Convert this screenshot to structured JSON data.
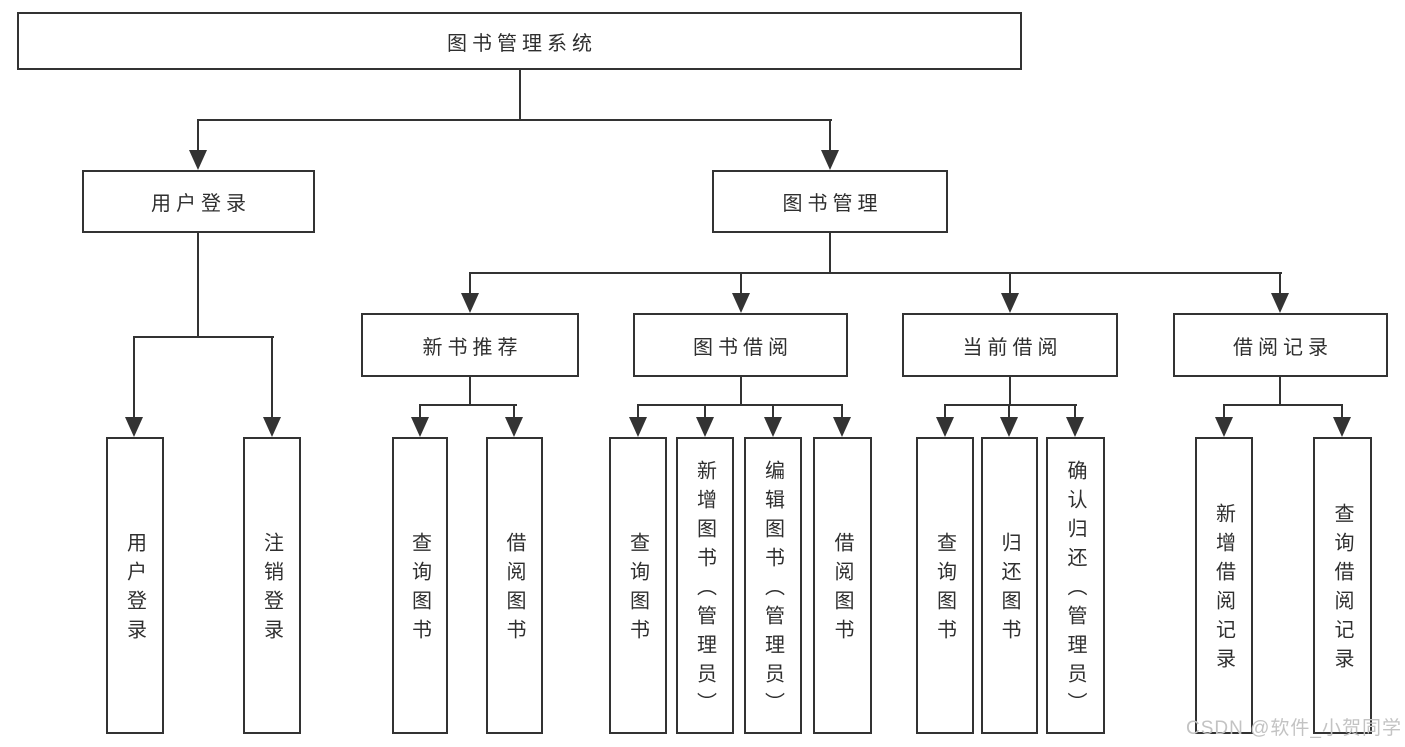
{
  "hierarchy": {
    "label": "图书管理系统",
    "children": [
      {
        "label": "用户登录",
        "children": [
          {
            "label": "用户登录"
          },
          {
            "label": "注销登录"
          }
        ]
      },
      {
        "label": "图书管理",
        "children": [
          {
            "label": "新书推荐",
            "children": [
              {
                "label": "查询图书"
              },
              {
                "label": "借阅图书"
              }
            ]
          },
          {
            "label": "图书借阅",
            "children": [
              {
                "label": "查询图书"
              },
              {
                "label": "新增图书（管理员）"
              },
              {
                "label": "编辑图书（管理员）"
              },
              {
                "label": "借阅图书"
              }
            ]
          },
          {
            "label": "当前借阅",
            "children": [
              {
                "label": "查询图书"
              },
              {
                "label": "归还图书"
              },
              {
                "label": "确认归还（管理员）"
              }
            ]
          },
          {
            "label": "借阅记录",
            "children": [
              {
                "label": "新增借阅记录"
              },
              {
                "label": "查询借阅记录"
              }
            ]
          }
        ]
      }
    ]
  },
  "watermark": "CSDN @软件_小贺同学",
  "colors": {
    "line": "#333333",
    "box_background": "#ffffff",
    "text": "#2f2f2f",
    "watermark": "#c3c3c3"
  }
}
